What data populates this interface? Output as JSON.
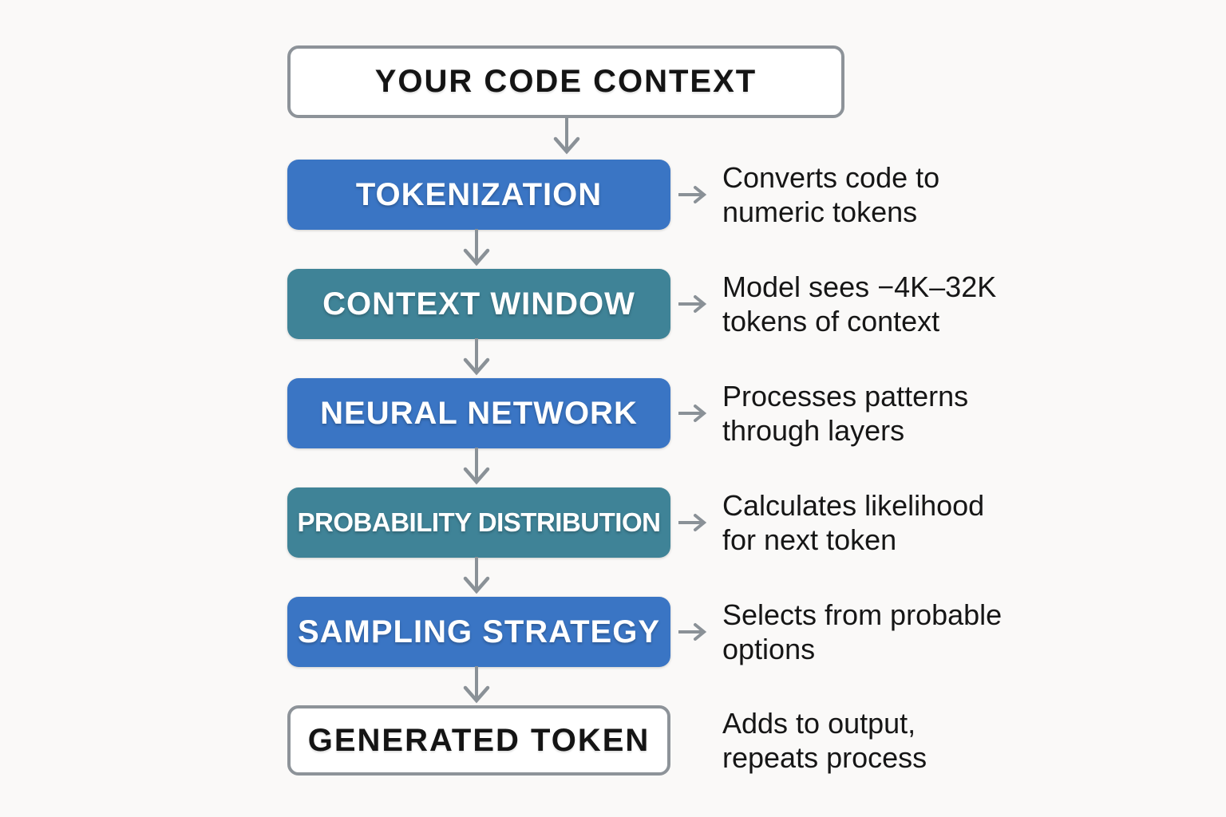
{
  "diagram_title": "YOUR CODE CONTEXT",
  "colors": {
    "step_blue": "#3A75C4",
    "step_teal": "#3F8397",
    "outline_gray": "#8D9399",
    "arrow_gray": "#8A9197",
    "background": "#FAF9F8",
    "description_text": "#161616",
    "step_label_text": "#FFFFFF"
  },
  "flow": {
    "start": {
      "label": "YOUR CODE CONTEXT"
    },
    "steps": [
      {
        "label": "TOKENIZATION",
        "style": "blue",
        "desc_line1": "Converts code to",
        "desc_line2": "numeric tokens"
      },
      {
        "label": "CONTEXT WINDOW",
        "style": "teal",
        "desc_line1": "Model sees −4K–32K",
        "desc_line2": "tokens of context"
      },
      {
        "label": "NEURAL NETWORK",
        "style": "blue",
        "desc_line1": "Processes patterns",
        "desc_line2": "through layers"
      },
      {
        "label": "PROBABILITY DISTRIBUTION",
        "style": "teal",
        "desc_line1": "Calculates likelihood",
        "desc_line2": "for next token"
      },
      {
        "label": "SAMPLING STRATEGY",
        "style": "blue",
        "desc_line1": "Selects from probable",
        "desc_line2": "options"
      },
      {
        "label": "GENERATED TOKEN",
        "style": "outlined",
        "desc_line1": "Adds to output,",
        "desc_line2": "repeats process"
      }
    ]
  }
}
